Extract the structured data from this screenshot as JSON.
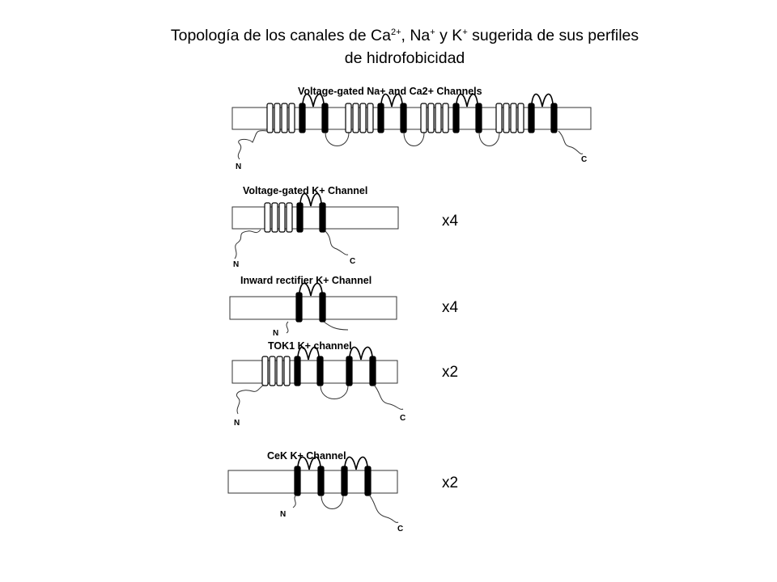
{
  "title": {
    "line1_part1": "Topología de los canales de Ca",
    "sup_ca": "2+",
    "line1_part2": ", Na",
    "sup_na": "+",
    "line1_part3": " y K",
    "sup_k": "+",
    "line1_part4": " sugerida de sus perfiles",
    "line2": "de hidrofobicidad"
  },
  "panels": [
    {
      "label": "Voltage-gated Na+ and Ca2+ Channels",
      "n_label": "N",
      "c_label": "C"
    },
    {
      "label": "Voltage-gated K+ Channel",
      "n_label": "N",
      "c_label": "C"
    },
    {
      "label": "Inward rectifier K+ Channel",
      "n_label": "N",
      "c_label": ""
    },
    {
      "label": "TOK1 K+ channel",
      "n_label": "N",
      "c_label": "C"
    },
    {
      "label": "CeK K+ Channel",
      "n_label": "N",
      "c_label": "C"
    }
  ],
  "multipliers": [
    "x4",
    "x4",
    "x2",
    "x2"
  ]
}
